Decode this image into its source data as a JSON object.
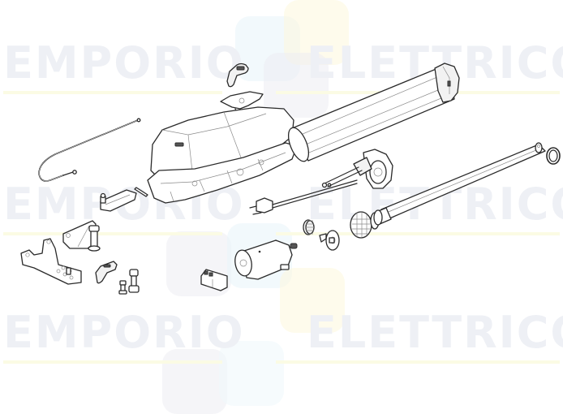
{
  "diagram": {
    "type": "exploded-parts-view",
    "subject": "gate operator linear actuator",
    "background_color": "#ffffff",
    "line_color": "#2a2a2a"
  },
  "watermark": {
    "left_word": "EMPORIO",
    "right_word": "ELETTRICO",
    "text_color": "#eef0f5",
    "underline_color": "#fbfbe4",
    "logo_colors": [
      "#e8f4fa",
      "#fdf8dc",
      "#ecedf3"
    ],
    "rows_y": [
      50,
      225,
      385
    ]
  },
  "parts": [
    {
      "id": "release-key-top",
      "label": "release key"
    },
    {
      "id": "release-cover",
      "label": "release cover plate"
    },
    {
      "id": "motor-housing",
      "label": "motor housing"
    },
    {
      "id": "outer-tube",
      "label": "outer tube"
    },
    {
      "id": "tube-end-cap",
      "label": "tube end cap"
    },
    {
      "id": "release-cable",
      "label": "release cable"
    },
    {
      "id": "pin",
      "label": "pin"
    },
    {
      "id": "limit-switch-carriage",
      "label": "limit switch carriage"
    },
    {
      "id": "front-bracket",
      "label": "front bracket"
    },
    {
      "id": "rear-bracket",
      "label": "rear bracket"
    },
    {
      "id": "release-key-bottom",
      "label": "release key"
    },
    {
      "id": "screw-small",
      "label": "screw"
    },
    {
      "id": "bolt",
      "label": "bolt"
    },
    {
      "id": "terminal-block",
      "label": "terminal block"
    },
    {
      "id": "electric-motor",
      "label": "electric motor"
    },
    {
      "id": "connector",
      "label": "connector with cable"
    },
    {
      "id": "pinion-gear",
      "label": "pinion gear"
    },
    {
      "id": "gear-wheel",
      "label": "gear wheel"
    },
    {
      "id": "worm-gear-assembly",
      "label": "worm gear assembly"
    },
    {
      "id": "rear-flange-assembly",
      "label": "rear flange with rods"
    },
    {
      "id": "push-rod",
      "label": "push rod"
    },
    {
      "id": "o-ring",
      "label": "ring"
    }
  ]
}
